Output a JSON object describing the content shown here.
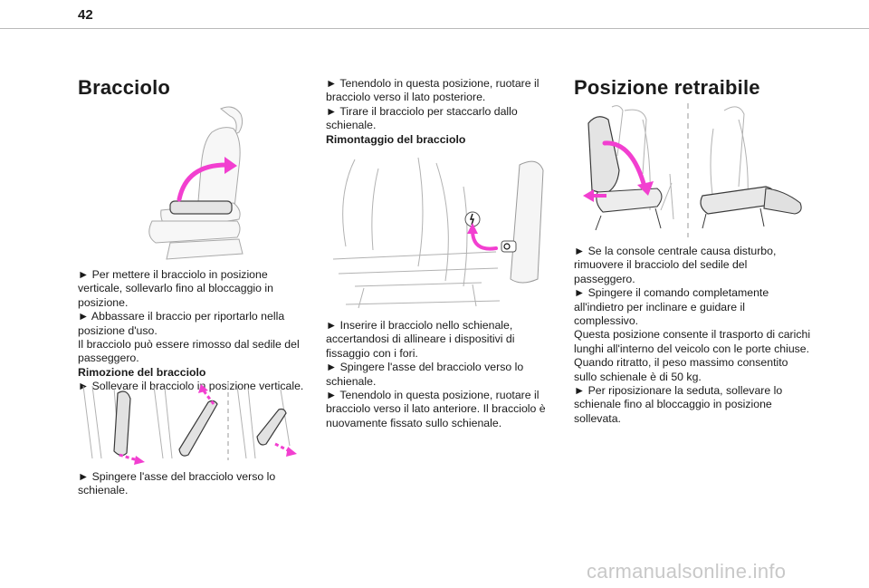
{
  "page_number": "42",
  "left": {
    "heading": "Bracciolo",
    "block1": [
      {
        "text": "► Per mettere il bracciolo in posizione verticale, sollevarlo fino al bloccaggio in posizione.",
        "bold": false
      },
      {
        "text": "► Abbassare il braccio per riportarlo nella posizione d'uso.",
        "bold": false
      },
      {
        "text": "Il bracciolo può essere rimosso dal sedile del passeggero.",
        "bold": false
      },
      {
        "text": "Rimozione del bracciolo",
        "bold": true
      },
      {
        "text": "► Sollevare il bracciolo in posizione verticale.",
        "bold": false
      }
    ],
    "block2": [
      {
        "text": "► Spingere l'asse del bracciolo verso lo schienale.",
        "bold": false
      }
    ]
  },
  "middle": {
    "block1": [
      {
        "text": "► Tenendolo in questa posizione, ruotare il bracciolo verso il lato posteriore.",
        "bold": false
      },
      {
        "text": "► Tirare il bracciolo per staccarlo dallo schienale.",
        "bold": false
      },
      {
        "text": "Rimontaggio del bracciolo",
        "bold": true
      }
    ],
    "block2": [
      {
        "text": "► Inserire il bracciolo nello schienale, accertandosi di allineare i dispositivi di fissaggio con i fori.",
        "bold": false
      },
      {
        "text": "► Spingere l'asse del bracciolo verso lo schienale.",
        "bold": false
      },
      {
        "text": "► Tenendolo in questa posizione, ruotare il bracciolo verso il lato anteriore. Il bracciolo è nuovamente fissato sullo schienale.",
        "bold": false
      }
    ]
  },
  "right": {
    "heading": "Posizione retraibile",
    "block1": [
      {
        "text": "► Se la console centrale causa disturbo, rimuovere il bracciolo del sedile del passeggero.",
        "bold": false
      },
      {
        "text": "► Spingere il comando completamente all'indietro per inclinare e guidare il complessivo.",
        "bold": false
      },
      {
        "text": "Questa posizione consente il trasporto di carichi lunghi all'interno del veicolo con le porte chiuse.",
        "bold": false
      },
      {
        "text": "Quando ritratto, il peso massimo consentito sullo schienale è di 50 kg.",
        "bold": false
      },
      {
        "text": "► Per riposizionare la seduta, sollevare lo schienale fino al bloccaggio in posizione sollevata.",
        "bold": false
      }
    ]
  },
  "watermark": "carmanualsonline.info",
  "colors": {
    "accent_magenta": "#f23fd0",
    "line_gray": "#a9a9a9",
    "seat_fill": "#ececec",
    "rule": "#b9b9b9"
  },
  "icons": [
    "seat-armrest-raise-illustration",
    "armrest-removal-illustrations",
    "armrest-refit-illustration",
    "retractable-seat-illustration"
  ]
}
